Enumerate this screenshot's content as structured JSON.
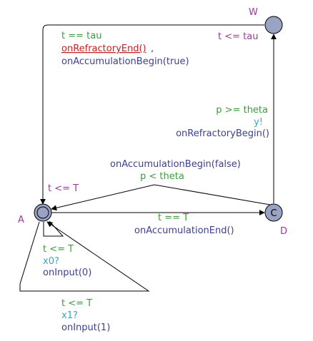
{
  "locations": {
    "A": {
      "name": "A",
      "invariant": "t <= T",
      "kind": "initial"
    },
    "C": {
      "name": "D",
      "marker": "C",
      "kind": "committed"
    },
    "W": {
      "name": "W",
      "invariant": "t <= tau",
      "kind": "normal"
    }
  },
  "edges": {
    "w_to_a": {
      "guard": "t == tau",
      "update_underlined": "onRefractoryEnd()",
      "update_underlined_suffix": ",",
      "update": "onAccumulationBegin(true)"
    },
    "c_to_w": {
      "guard": "p >= theta",
      "sync": "y!",
      "update": "onRefractoryBegin()"
    },
    "c_to_a_upper": {
      "update": "onAccumulationBegin(false)",
      "guard": "p < theta"
    },
    "a_to_c": {
      "guard": "t == T",
      "update": "onAccumulationEnd()"
    },
    "a_self_small": {
      "guard": "t <= T",
      "sync": "x0?",
      "update": "onInput(0)"
    },
    "a_self_large": {
      "guard": "t <= T",
      "sync": "x1?",
      "update": "onInput(1)"
    }
  },
  "colors": {
    "guard": "#3c9c3c",
    "invariant": "#9b3c9b",
    "sync": "#3aa6b8",
    "update": "#3d3f8f",
    "underlined_update": "#cc2020",
    "location_name": "#9b3c9b",
    "node_fill": "#9aa3c4",
    "edge": "#000000"
  }
}
